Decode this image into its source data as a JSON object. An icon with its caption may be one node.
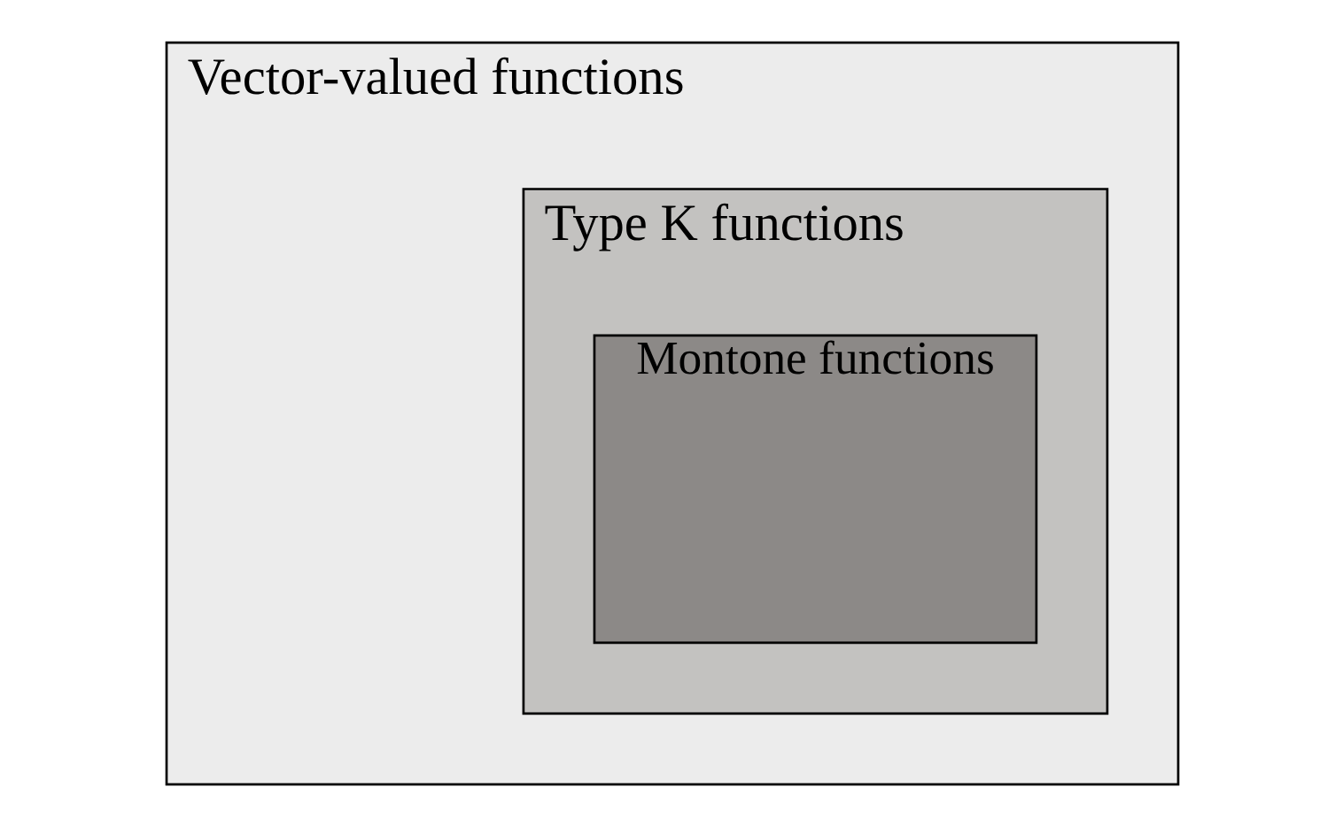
{
  "diagram": {
    "nodes": [
      {
        "text": [
          "Vector-valued functions"
        ]
      },
      {
        "text": [
          "Type K functions"
        ],
        "in": 0
      },
      {
        "text": [
          "Montone functions"
        ],
        "in": 1
      }
    ]
  }
}
